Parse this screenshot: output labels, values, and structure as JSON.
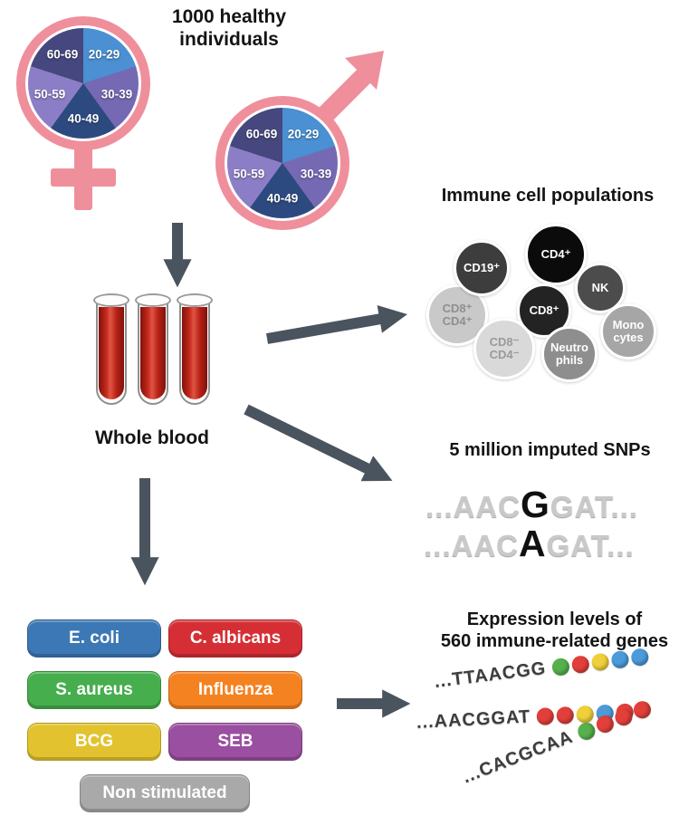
{
  "cohort": {
    "title_line1": "1000 healthy",
    "title_line2": "individuals",
    "symbol_color": "#ef8f9b",
    "age_groups": [
      {
        "label": "20-29",
        "color": "#4a90d2"
      },
      {
        "label": "30-39",
        "color": "#7569b3"
      },
      {
        "label": "40-49",
        "color": "#2d4a80"
      },
      {
        "label": "50-59",
        "color": "#8c7ec6"
      },
      {
        "label": "60-69",
        "color": "#45477e"
      }
    ]
  },
  "whole_blood": {
    "label": "Whole blood"
  },
  "immune_cells": {
    "title": "Immune cell populations",
    "cells": [
      {
        "lines": [
          "CD8⁺",
          "CD4⁺"
        ],
        "color": "#c9c9c9",
        "text_color": "#8f8f8f"
      },
      {
        "lines": [
          "CD19⁺"
        ],
        "color": "#3d3d3d",
        "text_color": "#ffffff"
      },
      {
        "lines": [
          "CD4⁺"
        ],
        "color": "#0b0b0b",
        "text_color": "#ffffff"
      },
      {
        "lines": [
          "NK"
        ],
        "color": "#4c4c4c",
        "text_color": "#ffffff"
      },
      {
        "lines": [
          "CD8⁺"
        ],
        "color": "#232323",
        "text_color": "#ffffff"
      },
      {
        "lines": [
          "CD8⁻",
          "CD4⁻"
        ],
        "color": "#d9d9d9",
        "text_color": "#9a9a9a"
      },
      {
        "lines": [
          "Mono",
          "cytes"
        ],
        "color": "#a6a6a6",
        "text_color": "#ffffff"
      },
      {
        "lines": [
          "Neutro",
          "phils"
        ],
        "color": "#8e8e8e",
        "text_color": "#ffffff"
      }
    ]
  },
  "snps": {
    "title": "5 million imputed SNPs",
    "sequences": [
      {
        "prefix": "...AAC",
        "variant": "G",
        "suffix": "GAT..."
      },
      {
        "prefix": "...AAC",
        "variant": "A",
        "suffix": "GAT..."
      }
    ]
  },
  "stimulations": {
    "items": [
      {
        "label": "E. coli",
        "color": "#3c78b5"
      },
      {
        "label": "C. albicans",
        "color": "#d52f35"
      },
      {
        "label": "S. aureus",
        "color": "#46ae4d"
      },
      {
        "label": "Influenza",
        "color": "#f58220"
      },
      {
        "label": "BCG",
        "color": "#e2c32f"
      },
      {
        "label": "SEB",
        "color": "#9a4fa0"
      },
      {
        "label": "Non stimulated",
        "color": "#a9a9a9"
      }
    ]
  },
  "expression": {
    "title_line1": "Expression levels of",
    "title_line2": "560 immune-related genes",
    "gene_colors": {
      "green": "#56b04c",
      "red": "#e23f3a",
      "yellow": "#efd03b",
      "blue": "#4b9bdb"
    },
    "sequences": [
      {
        "text": "...TTAACGG",
        "beads": [
          "green",
          "red",
          "yellow",
          "blue",
          "blue"
        ]
      },
      {
        "text": "...AACGGAT",
        "beads": [
          "red",
          "red",
          "yellow",
          "blue",
          "red"
        ]
      },
      {
        "text": "...CACGCAA",
        "beads": [
          "green",
          "red",
          "red",
          "red"
        ]
      }
    ]
  },
  "arrow_color": "#4a545e"
}
